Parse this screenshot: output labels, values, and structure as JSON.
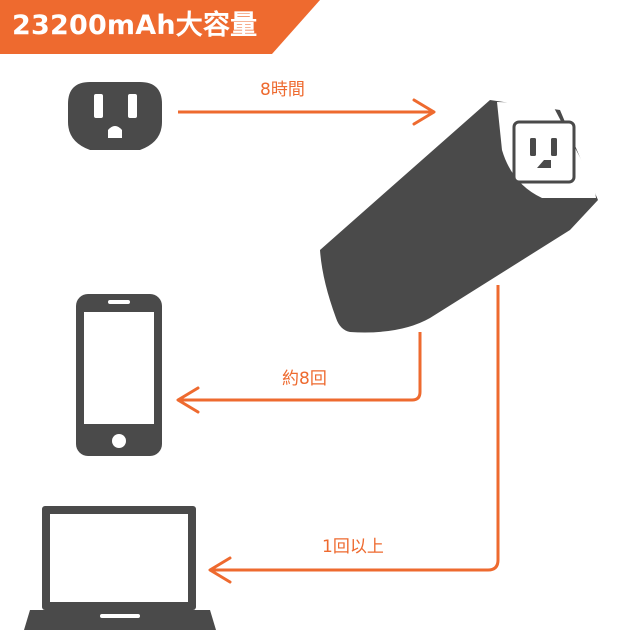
{
  "banner": {
    "text": "23200mAh大容量"
  },
  "labels": {
    "outlet_to_bank": "8時間",
    "bank_to_phone": "約8回",
    "bank_to_laptop": "1回以上"
  },
  "colors": {
    "accent": "#ee6a2f",
    "device": "#4a4a4a"
  },
  "icons": {
    "outlet": "wall-outlet-icon",
    "power_bank": "power-bank-icon",
    "phone": "smartphone-icon",
    "laptop": "laptop-icon"
  }
}
